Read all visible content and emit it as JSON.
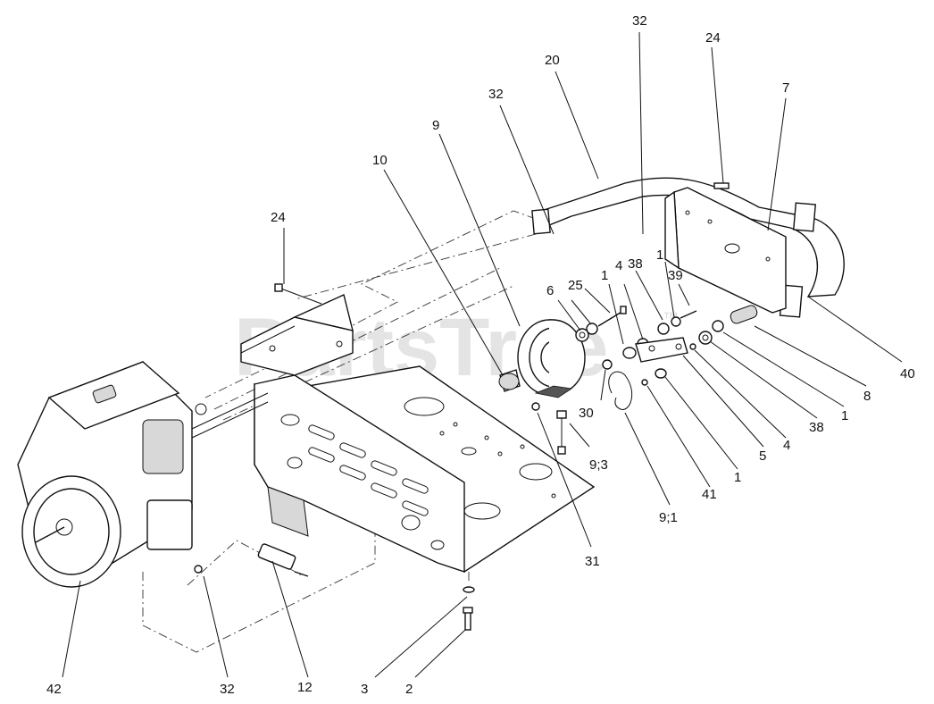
{
  "watermark": {
    "text": "PartsTree",
    "trademark": "™"
  },
  "callouts": [
    {
      "id": "c-32-top",
      "text": "32"
    },
    {
      "id": "c-24-top",
      "text": "24"
    },
    {
      "id": "c-20",
      "text": "20"
    },
    {
      "id": "c-7",
      "text": "7"
    },
    {
      "id": "c-32-mid",
      "text": "32"
    },
    {
      "id": "c-9",
      "text": "9"
    },
    {
      "id": "c-10",
      "text": "10"
    },
    {
      "id": "c-24-left",
      "text": "24"
    },
    {
      "id": "c-38-top",
      "text": "38"
    },
    {
      "id": "c-1-top",
      "text": "1"
    },
    {
      "id": "c-39",
      "text": "39"
    },
    {
      "id": "c-6",
      "text": "6"
    },
    {
      "id": "c-25",
      "text": "25"
    },
    {
      "id": "c-1-mid",
      "text": "1"
    },
    {
      "id": "c-4-top",
      "text": "4"
    },
    {
      "id": "c-40",
      "text": "40"
    },
    {
      "id": "c-8",
      "text": "8"
    },
    {
      "id": "c-1-right",
      "text": "1"
    },
    {
      "id": "c-38-right",
      "text": "38"
    },
    {
      "id": "c-4-right",
      "text": "4"
    },
    {
      "id": "c-5",
      "text": "5"
    },
    {
      "id": "c-1-bottom",
      "text": "1"
    },
    {
      "id": "c-41",
      "text": "41"
    },
    {
      "id": "c-9-1",
      "text": "9;1"
    },
    {
      "id": "c-9-3",
      "text": "9;3"
    },
    {
      "id": "c-30",
      "text": "30"
    },
    {
      "id": "c-31",
      "text": "31"
    },
    {
      "id": "c-42",
      "text": "42"
    },
    {
      "id": "c-32-bottom",
      "text": "32"
    },
    {
      "id": "c-12",
      "text": "12"
    },
    {
      "id": "c-3",
      "text": "3"
    },
    {
      "id": "c-2",
      "text": "2"
    }
  ]
}
